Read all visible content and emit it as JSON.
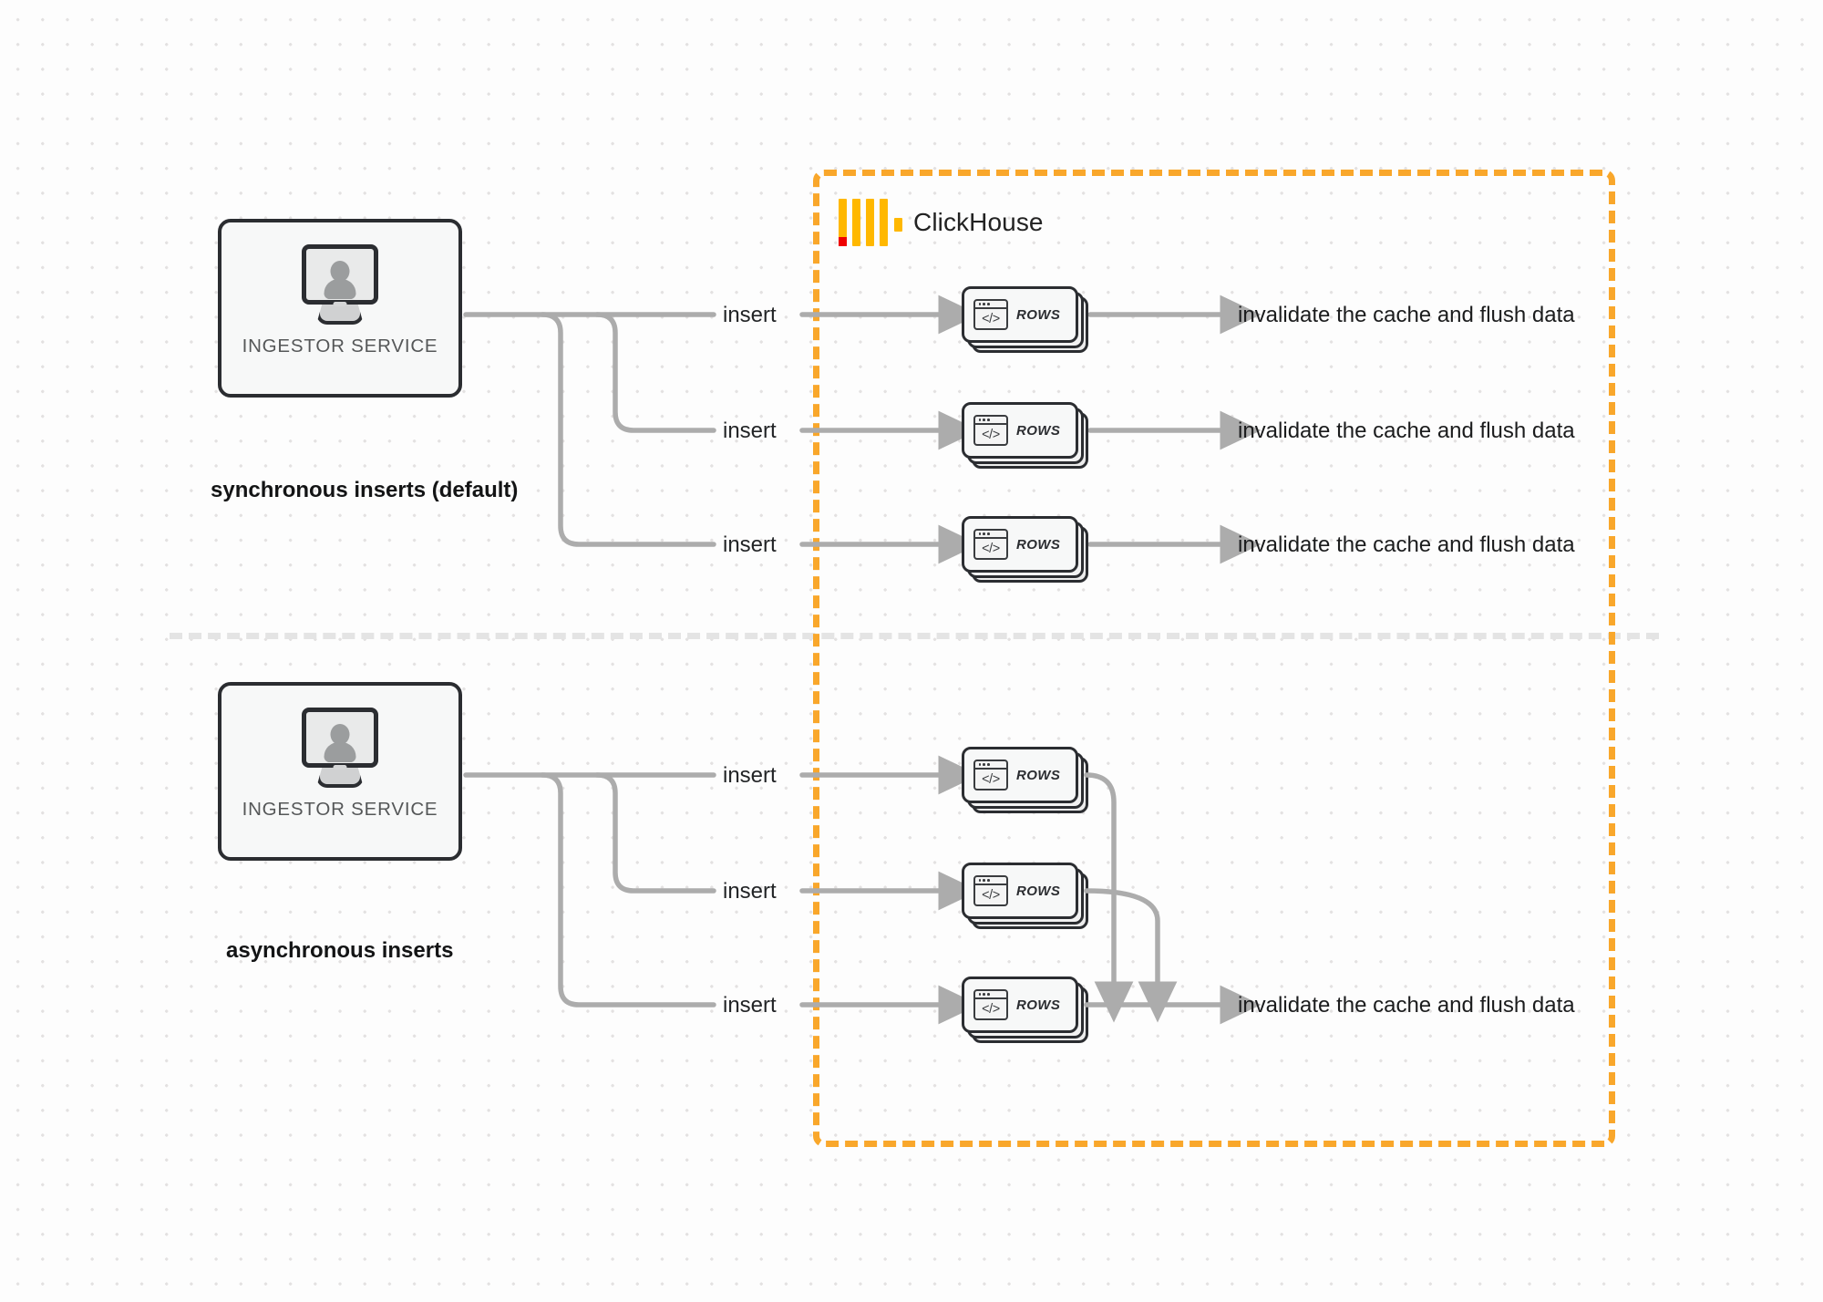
{
  "diagram": {
    "title": "ClickHouse synchronous vs asynchronous inserts",
    "colors": {
      "accent_orange": "#f9a72b",
      "logo_yellow": "#ffb800",
      "logo_red": "#ef0000",
      "wire_gray": "#acacac",
      "box_border": "#2b2d31",
      "background": "#fdfdfd"
    }
  },
  "clickhouse_region": {
    "label": "ClickHouse",
    "logo_name": "clickhouse-logo"
  },
  "sections": [
    {
      "id": "synchronous",
      "mode_label": "synchronous inserts (default)",
      "source": {
        "label": "INGESTOR SERVICE",
        "icon": "monitor-user-icon"
      },
      "rows": [
        {
          "insert_label": "insert",
          "card_label": "ROWS",
          "card_icon": "code-window-icon",
          "result_label": "invalidate the cache and flush data"
        },
        {
          "insert_label": "insert",
          "card_label": "ROWS",
          "card_icon": "code-window-icon",
          "result_label": "invalidate the cache and flush data"
        },
        {
          "insert_label": "insert",
          "card_label": "ROWS",
          "card_icon": "code-window-icon",
          "result_label": "invalidate the cache and flush data"
        }
      ]
    },
    {
      "id": "asynchronous",
      "mode_label": "asynchronous inserts",
      "source": {
        "label": "INGESTOR SERVICE",
        "icon": "monitor-user-icon"
      },
      "rows": [
        {
          "insert_label": "insert",
          "card_label": "ROWS",
          "card_icon": "code-window-icon"
        },
        {
          "insert_label": "insert",
          "card_label": "ROWS",
          "card_icon": "code-window-icon"
        },
        {
          "insert_label": "insert",
          "card_label": "ROWS",
          "card_icon": "code-window-icon"
        }
      ],
      "result_label": "invalidate the cache and flush data"
    }
  ],
  "code_glyph": "</>"
}
